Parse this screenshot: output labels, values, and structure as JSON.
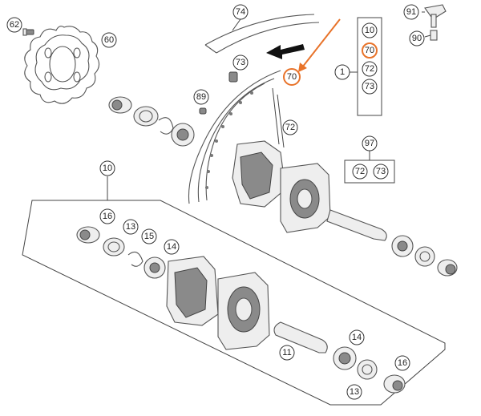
{
  "callouts": {
    "c62": "62",
    "c60": "60",
    "c74": "74",
    "c91": "91",
    "c90": "90",
    "c73": "73",
    "c70": "70",
    "c1": "1",
    "c89": "89",
    "c72": "72",
    "c97": "97",
    "c10": "10",
    "c16": "16",
    "c13": "13",
    "c15": "15",
    "c14": "14",
    "c11": "11",
    "c14b": "14",
    "c16b": "16",
    "c13b": "13"
  },
  "kit_box_1": [
    "10",
    "70",
    "72",
    "73"
  ],
  "kit_box_97": [
    "72",
    "73"
  ],
  "colors": {
    "highlight": "#e8732a",
    "line": "#444444",
    "part_fill": "#eeeeee",
    "part_shadow": "#8a8a8a"
  },
  "highlighted_part": "70"
}
